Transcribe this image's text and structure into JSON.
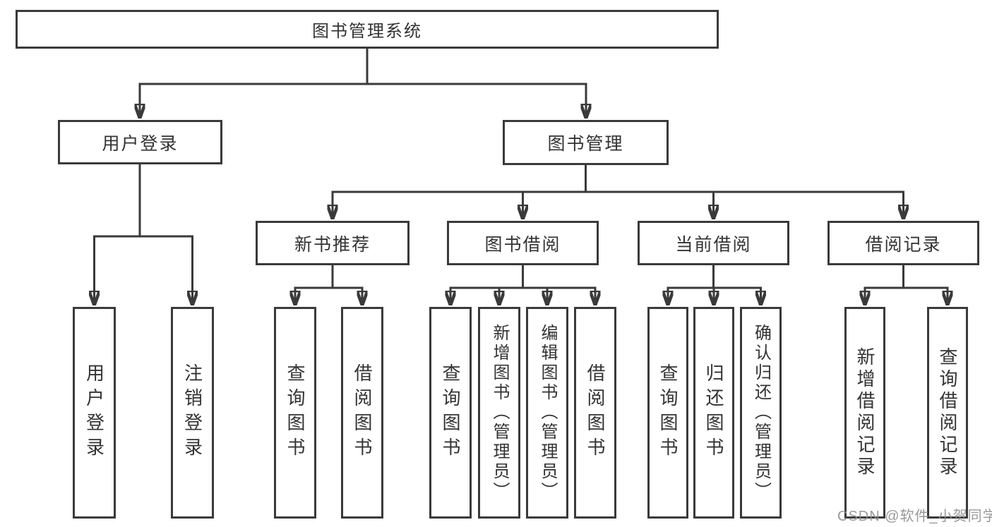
{
  "diagram": {
    "root": {
      "label": "图书管理系统"
    },
    "level2": [
      {
        "id": "user-login",
        "label": "用户登录"
      },
      {
        "id": "book-management",
        "label": "图书管理"
      }
    ],
    "level3": [
      {
        "id": "new-book-recommend",
        "label": "新书推荐"
      },
      {
        "id": "book-borrow",
        "label": "图书借阅"
      },
      {
        "id": "current-borrow",
        "label": "当前借阅"
      },
      {
        "id": "borrow-records",
        "label": "借阅记录"
      }
    ],
    "leaves": [
      {
        "id": "user-login-leaf",
        "label": "用户登录"
      },
      {
        "id": "logout-leaf",
        "label": "注销登录"
      },
      {
        "id": "newbook-query-books",
        "label": "查询图书"
      },
      {
        "id": "newbook-borrow-books",
        "label": "借阅图书"
      },
      {
        "id": "borrow-query-books",
        "label": "查询图书"
      },
      {
        "id": "borrow-add-books",
        "label": "新增图书（管理员）"
      },
      {
        "id": "borrow-edit-books",
        "label": "编辑图书（管理员）"
      },
      {
        "id": "borrow-borrow-books",
        "label": "借阅图书"
      },
      {
        "id": "current-query-books",
        "label": "查询图书"
      },
      {
        "id": "current-return-books",
        "label": "归还图书"
      },
      {
        "id": "current-confirm-return",
        "label": "确认归还（管理员）"
      },
      {
        "id": "records-add-record",
        "label": "新增借阅记录"
      },
      {
        "id": "records-query-record",
        "label": "查询借阅记录"
      }
    ]
  },
  "watermark": {
    "text": "CSDN @软件_小贺同学"
  },
  "colors": {
    "line": "#3a3a3a",
    "text": "#333333",
    "box_background": "#ffffff",
    "watermark": "#8f8f8f"
  }
}
